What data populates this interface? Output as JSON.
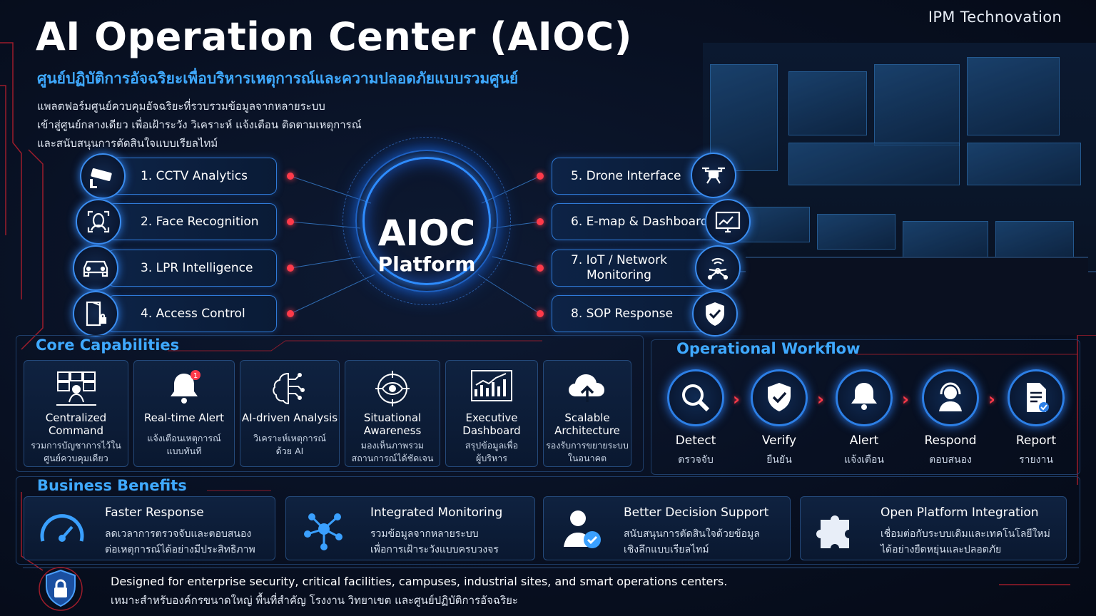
{
  "brand": "IPM Technovation",
  "header": {
    "title": "AI Operation Center (AIOC)",
    "subtitle": "ศูนย์ปฏิบัติการอัจฉริยะเพื่อบริหารเหตุการณ์และความปลอดภัยแบบรวมศูนย์",
    "intro": [
      "แพลตฟอร์มศูนย์ควบคุมอัจฉริยะที่รวบรวมข้อมูลจากหลายระบบ",
      "เข้าสู่ศูนย์กลางเดียว เพื่อเฝ้าระวัง วิเคราะห์ แจ้งเตือน ติดตามเหตุการณ์",
      "และสนับสนุนการตัดสินใจแบบเรียลไทม์"
    ]
  },
  "hub": {
    "title": "AIOC",
    "subtitle": "Platform"
  },
  "modules_left": [
    {
      "label": "1. CCTV Analytics",
      "icon": "cctv-camera-icon"
    },
    {
      "label": "2. Face Recognition",
      "icon": "face-scan-icon"
    },
    {
      "label": "3. LPR Intelligence",
      "icon": "car-icon"
    },
    {
      "label": "4. Access Control",
      "icon": "door-lock-icon"
    }
  ],
  "modules_right": [
    {
      "label": "5. Drone Interface",
      "icon": "drone-icon"
    },
    {
      "label": "6. E-map & Dashboard",
      "icon": "dashboard-monitor-icon"
    },
    {
      "label1": "7. IoT / Network",
      "label2": "Monitoring",
      "icon": "network-wifi-icon"
    },
    {
      "label": "8. SOP Response",
      "icon": "shield-check-icon"
    }
  ],
  "core": {
    "title": "Core Capabilities",
    "items": [
      {
        "t1": "Centralized",
        "t2": "Command",
        "th1": "รวมการบัญชาการไว้ใน",
        "th2": "ศูนย์ควบคุมเดียว",
        "icon": "command-center-icon"
      },
      {
        "t1": "Real-time Alert",
        "t2": "",
        "th1": "แจ้งเตือนเหตุการณ์",
        "th2": "แบบทันที",
        "badge": "1",
        "icon": "bell-alert-icon"
      },
      {
        "t1": "AI-driven Analysis",
        "t2": "",
        "th1": "วิเคราะห์เหตุการณ์",
        "th2": "ด้วย AI",
        "icon": "ai-brain-icon"
      },
      {
        "t1": "Situational",
        "t2": "Awareness",
        "th1": "มองเห็นภาพรวม",
        "th2": "สถานการณ์ได้ชัดเจน",
        "icon": "eye-target-icon"
      },
      {
        "t1": "Executive",
        "t2": "Dashboard",
        "th1": "สรุปข้อมูลเพื่อ",
        "th2": "ผู้บริหาร",
        "icon": "chart-dashboard-icon"
      },
      {
        "t1": "Scalable",
        "t2": "Architecture",
        "th1": "รองรับการขยายระบบ",
        "th2": "ในอนาคต",
        "icon": "cloud-upload-icon"
      }
    ]
  },
  "workflow": {
    "title": "Operational Workflow",
    "steps": [
      {
        "en": "Detect",
        "th": "ตรวจจับ",
        "icon": "magnifier-icon"
      },
      {
        "en": "Verify",
        "th": "ยืนยัน",
        "icon": "shield-check-icon"
      },
      {
        "en": "Alert",
        "th": "แจ้งเตือน",
        "icon": "bell-icon"
      },
      {
        "en": "Respond",
        "th": "ตอบสนอง",
        "icon": "headset-operator-icon"
      },
      {
        "en": "Report",
        "th": "รายงาน",
        "icon": "report-document-icon"
      }
    ]
  },
  "benefits": {
    "title": "Business  Benefits",
    "items": [
      {
        "title": "Faster Response",
        "l1": "ลดเวลาการตรวจจับและตอบสนอง",
        "l2": "ต่อเหตุการณ์ได้อย่างมีประสิทธิภาพ",
        "icon": "speedometer-icon"
      },
      {
        "title": "Integrated Monitoring",
        "l1": "รวมข้อมูลจากหลายระบบ",
        "l2": "เพื่อการเฝ้าระวังแบบครบวงจร",
        "icon": "network-nodes-icon"
      },
      {
        "title": "Better Decision Support",
        "l1": "สนับสนุนการตัดสินใจด้วยข้อมูล",
        "l2": "เชิงลึกแบบเรียลไทม์",
        "icon": "user-check-icon"
      },
      {
        "title": "Open Platform Integration",
        "l1": "เชื่อมต่อกับระบบเดิมและเทคโนโลยีใหม่",
        "l2": "ได้อย่างยืดหยุ่นและปลอดภัย",
        "icon": "puzzle-icon"
      }
    ]
  },
  "footer": {
    "en": "Designed for enterprise security, critical facilities, campuses, industrial sites, and smart operations centers.",
    "th": "เหมาะสำหรับองค์กรขนาดใหญ่ พื้นที่สำคัญ โรงงาน วิทยาเขต และศูนย์ปฏิบัติการอัจฉริยะ",
    "icon": "shield-lock-icon"
  },
  "colors": {
    "accent": "#3fa9ff",
    "alert": "#ff3a4a",
    "panel": "#0f2240",
    "border": "#2f7ad8"
  }
}
